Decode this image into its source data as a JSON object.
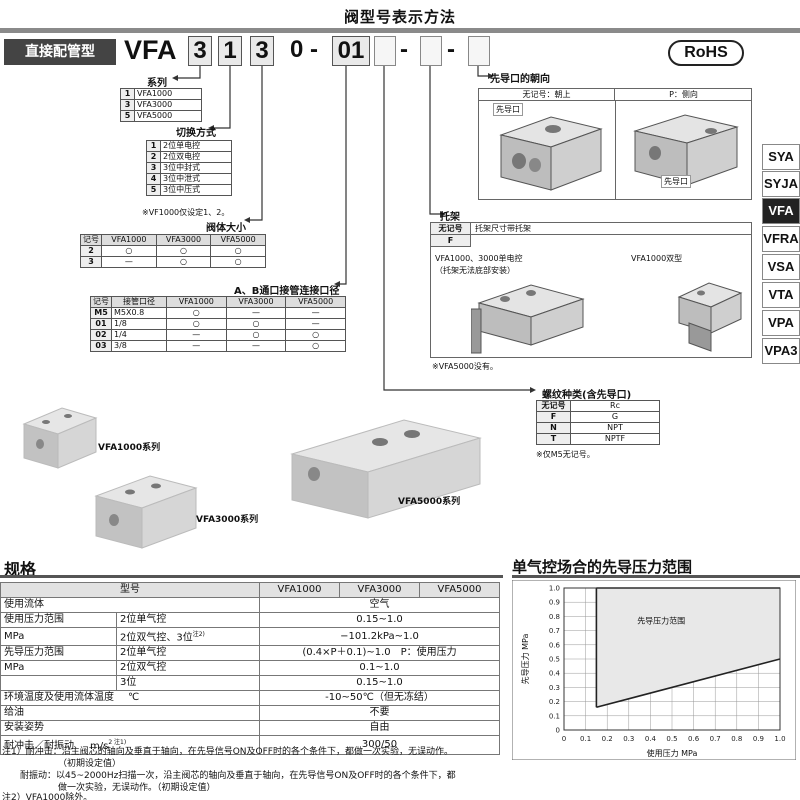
{
  "header": {
    "title": "阀型号表示方法",
    "tag": "直接配管型",
    "rohs": "RoHS"
  },
  "model": {
    "prefix": "VFA",
    "d1": "3",
    "d2": "1",
    "d3": "3",
    "d4": "0",
    "sep": "-",
    "port": "01",
    "sep2": "-",
    "sep3": "-"
  },
  "series": {
    "label": "系列",
    "rows": [
      {
        "k": "1",
        "v": "VFA1000"
      },
      {
        "k": "3",
        "v": "VFA3000"
      },
      {
        "k": "5",
        "v": "VFA5000"
      }
    ]
  },
  "switching": {
    "label": "切换方式",
    "rows": [
      {
        "k": "1",
        "v": "2位单电控"
      },
      {
        "k": "2",
        "v": "2位双电控"
      },
      {
        "k": "3",
        "v": "3位中封式"
      },
      {
        "k": "4",
        "v": "3位中泄式"
      },
      {
        "k": "5",
        "v": "3位中压式"
      }
    ],
    "note": "※VF1000仅设定1、2。"
  },
  "body_size": {
    "label": "阀体大小",
    "head": [
      "记号",
      "VFA1000",
      "VFA3000",
      "VFA5000"
    ],
    "rows": [
      [
        "2",
        "○",
        "○",
        "○"
      ],
      [
        "3",
        "—",
        "○",
        "○"
      ]
    ]
  },
  "port_size": {
    "label": "A、B通口接管连接口径",
    "head": [
      "记号",
      "接管口径",
      "VFA1000",
      "VFA3000",
      "VFA5000"
    ],
    "rows": [
      [
        "M5",
        "M5X0.8",
        "○",
        "—",
        "—"
      ],
      [
        "01",
        "1/8",
        "○",
        "○",
        "—"
      ],
      [
        "02",
        "1/4",
        "—",
        "○",
        "○"
      ],
      [
        "03",
        "3/8",
        "—",
        "—",
        "○"
      ]
    ]
  },
  "pilot_dir": {
    "label": "先导口的朝向",
    "none": "无记号：朝上",
    "p": "P：侧向",
    "callout1": "先导口",
    "callout2": "先导口"
  },
  "bracket": {
    "label": "托架",
    "none": "无记号",
    "none_v": "托架尺寸带托架",
    "f": "F",
    "left": "VFA1000、3000单电控",
    "left_note": "（托架无法底部安装）",
    "right": "VFA1000双型",
    "note": "※VFA5000没有。"
  },
  "thread": {
    "label": "螺纹种类(含先导口)",
    "rows": [
      {
        "k": "无记号",
        "v": "Rc"
      },
      {
        "k": "F",
        "v": "G"
      },
      {
        "k": "N",
        "v": "NPT"
      },
      {
        "k": "T",
        "v": "NPTF"
      }
    ],
    "note": "※仅M5无记号。"
  },
  "photos": {
    "a": "VFA1000系列",
    "b": "VFA3000系列",
    "c": "VFA5000系列"
  },
  "side_tabs": [
    "SYA",
    "SYJA",
    "VFA",
    "VFRA",
    "VSA",
    "VTA",
    "VPA",
    "VPA3"
  ],
  "spec": {
    "title": "规格",
    "head": [
      "型号",
      "VFA1000",
      "VFA3000",
      "VFA5000"
    ],
    "rows": {
      "fluid": {
        "a": "使用流体",
        "v": "空气"
      },
      "pr1": {
        "a": "使用压力范围",
        "b": "2位单气控",
        "v": "0.15~1.0"
      },
      "pr1u": {
        "a": "MPa",
        "b": "2位双气控、3位",
        "sup": "注2)",
        "v": "−101.2kPa~1.0"
      },
      "pp1": {
        "a": "先导压力范围",
        "b": "2位单气控",
        "v": "(0.4×P＋0.1)~1.0　P：使用压力"
      },
      "pp1u": {
        "a": "MPa",
        "b": "2位双气控",
        "v": "0.1~1.0"
      },
      "pp3": {
        "b": "3位",
        "v": "0.15~1.0"
      },
      "temp": {
        "a": "环境温度及使用流体温度",
        "unit": "℃",
        "v": "-10~50℃（但无冻结）"
      },
      "lube": {
        "a": "给油",
        "v": "不要"
      },
      "mount": {
        "a": "安装姿势",
        "v": "自由"
      },
      "shock": {
        "a": "耐冲击／耐振动",
        "unit": "m/s",
        "sup": "2 注1)",
        "v": "300/50"
      }
    },
    "notes": [
      "注1）耐冲击：沿主阀芯的轴向及垂直于轴向，在先导信号ON及OFF时的各个条件下，都做一次实验，无误动作。",
      "（初期设定值）",
      "耐振动：以45~2000Hz扫描一次，沿主阀芯的轴向及垂直于轴向，在先导信号ON及OFF时的各个条件下，都",
      "做一次实验，无误动作。（初期设定值）",
      "注2）VFA1000除外。"
    ]
  },
  "chart_data": {
    "type": "area",
    "title": "单气控场合的先导压力范围",
    "xlabel": "使用压力 MPa",
    "ylabel": "先导压力 MPa",
    "xlim": [
      0,
      1.0
    ],
    "ylim": [
      0,
      1.0
    ],
    "xticks": [
      "0",
      "0.1",
      "0.2",
      "0.3",
      "0.4",
      "0.5",
      "0.6",
      "0.7",
      "0.8",
      "0.9",
      "1.0"
    ],
    "yticks": [
      "0",
      "0.1",
      "0.2",
      "0.3",
      "0.4",
      "0.5",
      "0.6",
      "0.7",
      "0.8",
      "0.9",
      "1.0"
    ],
    "region_label": "先导压力范围",
    "lower_bound": {
      "x": [
        0.15,
        1.0
      ],
      "y": [
        0.16,
        0.5
      ]
    },
    "upper_bound": {
      "x": [
        0.15,
        1.0
      ],
      "y": [
        1.0,
        1.0
      ]
    },
    "grid": true
  }
}
